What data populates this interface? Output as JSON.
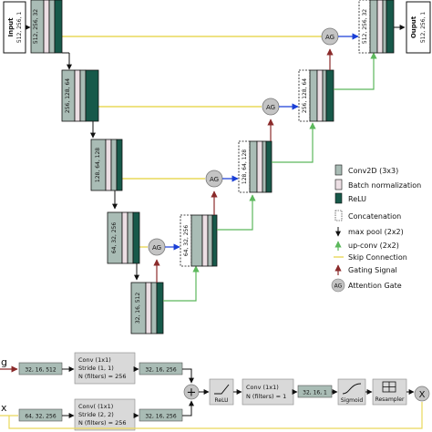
{
  "colors": {
    "conv": "#a9bcb5",
    "batchnorm": "#ecdfe4",
    "relu": "#17594a",
    "skip": "#e9d85a",
    "upconv": "#5cb85c",
    "gating": "#8b2b2b",
    "ag_fill": "#c4c4c4",
    "arrow": "#111111",
    "blue": "#1a3fd6"
  },
  "unet": {
    "input_label": "Input",
    "input_dims": "512, 256, 1",
    "output_label": "Ouput",
    "output_dims": "512, 256, 1",
    "encoder_dims": [
      "512, 256, 32",
      "256, 128, 64",
      "128, 64, 128",
      "64, 32, 256",
      "32, 16, 512"
    ],
    "decoder_dims": [
      "64, 32, 256",
      "128, 64, 128",
      "256, 128, 64",
      "512, 256, 32"
    ],
    "ag_label": "AG"
  },
  "legend": {
    "items": [
      {
        "icon": "conv",
        "label": "Conv2D (3x3)"
      },
      {
        "icon": "batchnorm",
        "label": "Batch normalization"
      },
      {
        "icon": "relu",
        "label": "ReLU"
      },
      {
        "icon": "concat",
        "label": "Concatenation"
      },
      {
        "icon": "maxpool",
        "label": "max pool (2x2)"
      },
      {
        "icon": "upconv",
        "label": "up-conv (2x2)"
      },
      {
        "icon": "skip",
        "label": "Skip Connection"
      },
      {
        "icon": "gating",
        "label": "Gating Signal"
      },
      {
        "icon": "ag",
        "label": "Attention Gate"
      }
    ]
  },
  "attention_gate": {
    "g_label": "g",
    "x_label": "x",
    "g_input_dims": "32, 16, 512",
    "g_conv": [
      "Conv (1x1)",
      "Stride (1, 1)",
      "N (filters) = 256"
    ],
    "g_out_dims": "32, 16, 256",
    "x_input_dims": "64, 32, 256",
    "x_conv": [
      "Conv( (1x1)",
      "Stride (2, 2)",
      "N (filters) = 256"
    ],
    "x_out_dims": "32, 16, 256",
    "plus_symbol": "+",
    "relu_label": "ReLU",
    "psi_conv": [
      "Conv (1x1)",
      "N (filters) = 1"
    ],
    "psi_dims": "32, 16, 1",
    "sigmoid_label": "Sigmoid",
    "resampler_label": "Resampler",
    "multiply_symbol": "X"
  }
}
